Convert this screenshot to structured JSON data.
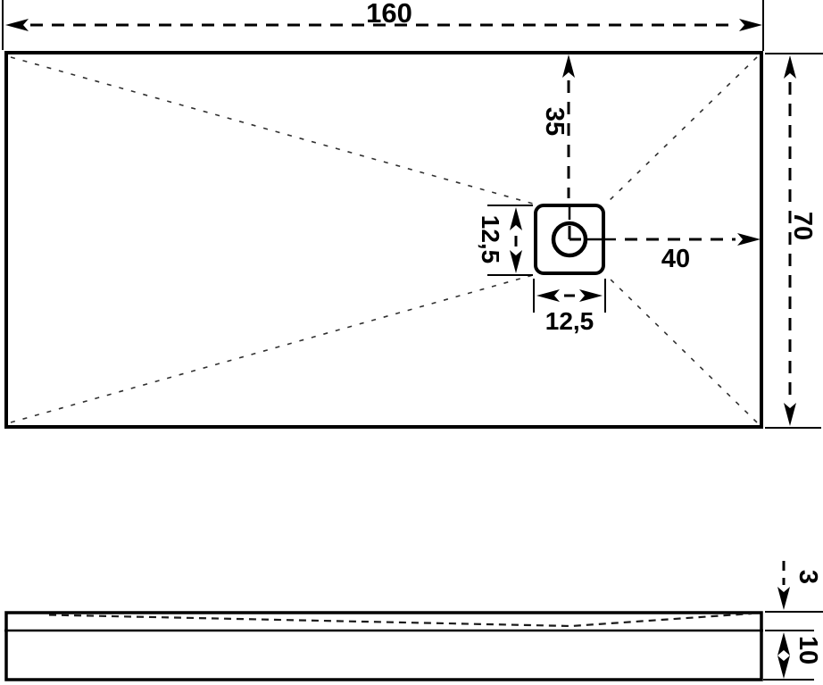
{
  "drawing": {
    "views": {
      "top_view": {
        "dimensions": {
          "outer_width": "160",
          "outer_height": "70",
          "drain_center_from_top": "35",
          "drain_center_from_right": "40",
          "drain_height": "12,5",
          "drain_width": "12,5"
        }
      },
      "side_view": {
        "dimensions": {
          "slope_depth": "3",
          "base_thickness": "10"
        }
      }
    },
    "colors": {
      "line": "#000000",
      "diagonal_dashed": "#303030",
      "background": "#ffffff"
    }
  }
}
